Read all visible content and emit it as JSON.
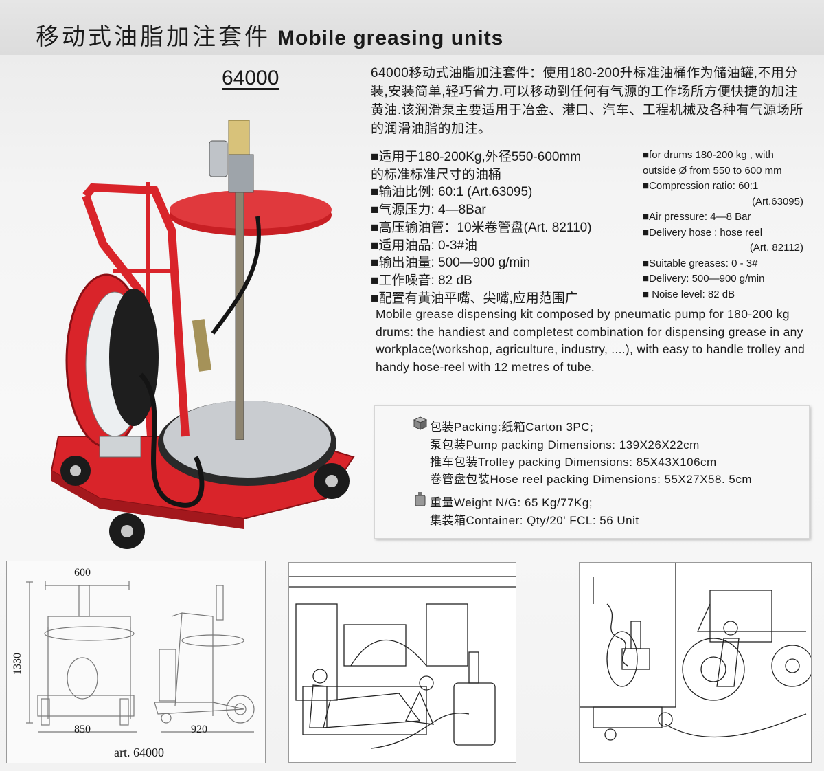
{
  "title": {
    "cn": "移动式油脂加注套件",
    "en": "Mobile greasing units"
  },
  "model": "64000",
  "intro": "64000移动式油脂加注套件：使用180-200升标准油桶作为储油罐,不用分装,安装简单,轻巧省力.可以移动到任何有气源的工作场所方便快捷的加注黄油.该润滑泵主要适用于冶金、港口、汽车、工程机械及各种有气源场所的润滑油脂的加注。",
  "cn_specs": [
    "■适用于180-200Kg,外径550-600mm",
    "的标准标准尺寸的油桶",
    "■输油比例: 60:1  (Art.63095)",
    "■气源压力:    4—8Bar",
    "■高压输油管：10米卷管盘(Art. 82110)",
    "■适用油品:    0-3#油",
    "■输出油量:    500—900  g/min",
    "■工作噪音:  82 dB",
    "■配置有黄油平嘴、尖嘴,应用范围广"
  ],
  "en_specs": [
    {
      "text": "■for drums  180-200 kg , with",
      "right": false
    },
    {
      "text": "outside Ø from 550 to 600 mm",
      "right": false
    },
    {
      "text": "■Compression ratio: 60:1",
      "right": false
    },
    {
      "text": "(Art.63095)",
      "right": true
    },
    {
      "text": "■Air pressure: 4—8 Bar",
      "right": false
    },
    {
      "text": "■Delivery hose : hose  reel",
      "right": false
    },
    {
      "text": "(Art. 82112)",
      "right": true
    },
    {
      "text": "■Suitable greases: 0 - 3#",
      "right": false
    },
    {
      "text": "■Delivery: 500—900  g/min",
      "right": false
    },
    {
      "text": "■ Noise level: 82 dB",
      "right": false
    }
  ],
  "description": "Mobile grease dispensing kit composed by pneumatic pump for 180-200 kg drums: the handiest  and completest combination for dispensing  grease in any workplace(workshop,  agriculture, industry, ....), with easy to handle  trolley and handy hose-reel with 12 metres of  tube.",
  "packing": {
    "packing": "包装Packing:纸箱Carton  3PC;",
    "pump": "泵包装Pump  packing  Dimensions:  139X26X22cm",
    "trolley": "推车包装Trolley  packing  Dimensions: 85X43X106cm",
    "reel": "卷管盘包装Hose reel  packing  Dimensions: 55X27X58. 5cm",
    "weight": "重量Weight  N/G: 65 Kg/77Kg;",
    "container": "集装箱Container: Qty/20' FCL: 56  Unit"
  },
  "drawing": {
    "width": "600",
    "height": "1330",
    "base": "850",
    "side": "920",
    "caption": "art.  64000"
  },
  "colors": {
    "trolley_red": "#d9242a",
    "ink": "#1a1a1a"
  }
}
